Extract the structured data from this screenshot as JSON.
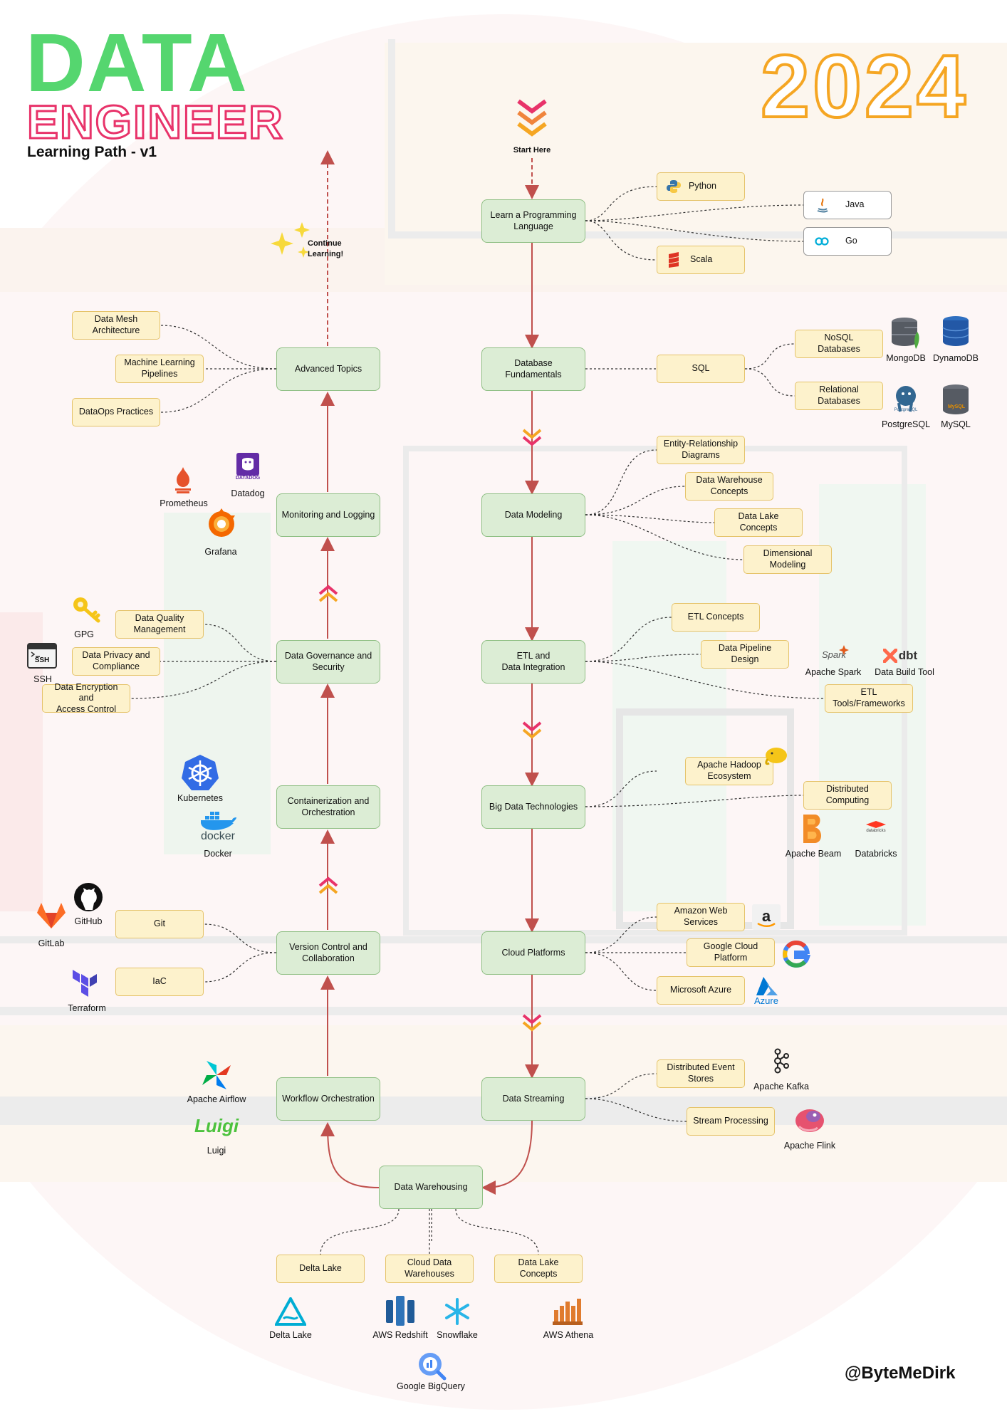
{
  "header": {
    "title_top": "DATA",
    "title_bottom": "ENGINEER",
    "subtitle": "Learning Path - v1",
    "year": "2024",
    "handle": "@ByteMeDirk"
  },
  "labels": {
    "start_here": "Start Here",
    "continue_learning": "Continue\nLearning!"
  },
  "topics": {
    "programming": "Learn a Programming\nLanguage",
    "database": "Database\nFundamentals",
    "modeling": "Data Modeling",
    "etl": "ETL and\nData Integration",
    "bigdata": "Big Data Technologies",
    "cloud": "Cloud Platforms",
    "streaming": "Data Streaming",
    "warehousing": "Data Warehousing",
    "workflow": "Workflow Orchestration",
    "version": "Version Control and\nCollaboration",
    "container": "Containerization and\nOrchestration",
    "governance": "Data Governance and\nSecurity",
    "monitoring": "Monitoring and Logging",
    "advanced": "Advanced Topics"
  },
  "subtopics": {
    "python": "Python",
    "java": "Java",
    "go": "Go",
    "scala": "Scala",
    "sql": "SQL",
    "nosql": "NoSQL\nDatabases",
    "relational": "Relational\nDatabases",
    "erd": "Entity-Relationship\nDiagrams",
    "dw_concepts": "Data Warehouse\nConcepts",
    "dl_concepts": "Data Lake\nConcepts",
    "dimensional": "Dimensional\nModeling",
    "etl_concepts": "ETL Concepts",
    "pipeline_design": "Data Pipeline Design",
    "etl_tools": "ETL\nTools/Frameworks",
    "hadoop": "Apache Hadoop\nEcosystem",
    "distributed": "Distributed\nComputing",
    "aws": "Amazon Web\nServices",
    "gcp": "Google Cloud\nPlatform",
    "azure": "Microsoft Azure",
    "event_stores": "Distributed Event\nStores",
    "stream_processing": "Stream Processing",
    "delta_lake": "Delta Lake",
    "cloud_dw": "Cloud Data\nWarehouses",
    "dl_concepts2": "Data Lake Concepts",
    "git": "Git",
    "iac": "IaC",
    "dq": "Data Quality\nManagement",
    "privacy": "Data Privacy and\nCompliance",
    "encryption": "Data Encryption and\nAccess Control",
    "mesh": "Data Mesh\nArchitecture",
    "mlpipelines": "Machine Learning\nPipelines",
    "dataops": "DataOps Practices"
  },
  "tools": {
    "mongodb": "MongoDB",
    "dynamodb": "DynamoDB",
    "postgresql": "PostgreSQL",
    "mysql": "MySQL",
    "spark": "Apache Spark",
    "dbt": "Data Build Tool",
    "beam": "Apache Beam",
    "databricks": "Databricks",
    "kafka": "Apache Kafka",
    "flink": "Apache Flink",
    "deltalake": "Delta Lake",
    "redshift": "AWS Redshift",
    "snowflake": "Snowflake",
    "athena": "AWS Athena",
    "bigquery": "Google BigQuery",
    "airflow": "Apache Airflow",
    "luigi": "Luigi",
    "terraform": "Terraform",
    "gitlab": "GitLab",
    "github": "GitHub",
    "kubernetes": "Kubernetes",
    "docker": "Docker",
    "gpg": "GPG",
    "ssh": "SSH",
    "prometheus": "Prometheus",
    "datadog": "Datadog",
    "grafana": "Grafana"
  },
  "icon_text": {
    "spark_logo": "Spark",
    "dbt_logo": "dbt",
    "docker_logo": "docker",
    "datadog_logo": "DATADOG",
    "ssh_logo": "SSH",
    "luigi_logo": "Luigi",
    "databricks_logo": "databricks",
    "azure_logo": "Azure",
    "postgres_logo": "PostgreSQL",
    "mysql_logo": "MySQL"
  },
  "colors": {
    "title_green": "#55d66f",
    "title_pink": "#e8336a",
    "year_orange": "#f5a623",
    "main_fill": "#dcedd5",
    "main_border": "#8fbf84",
    "sub_fill": "#fdf2cc",
    "sub_border": "#e5c36a",
    "arrow_red": "#c0504d"
  }
}
